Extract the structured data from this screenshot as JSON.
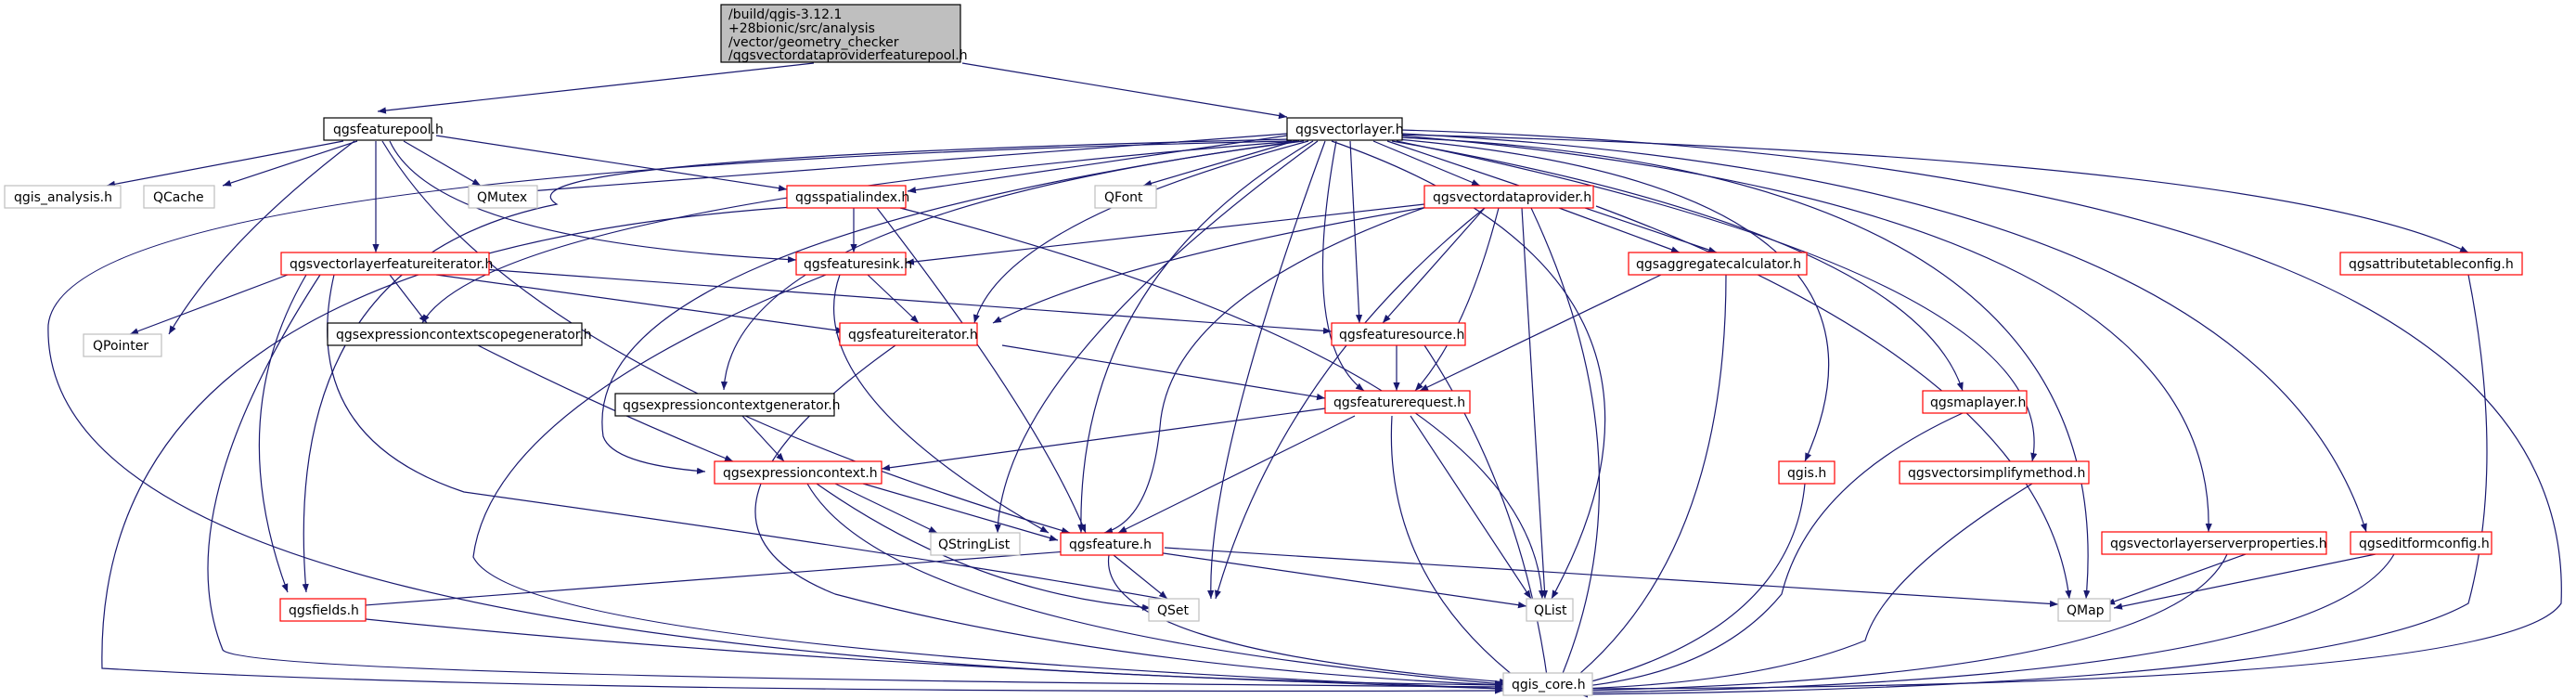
{
  "nodes": {
    "root": [
      "/build/qgis-3.12.1",
      "+28bionic/src/analysis",
      "/vector/geometry_checker",
      "/qgsvectordataproviderfeaturepool.h"
    ],
    "qgsfeaturepool": "qgsfeaturepool.h",
    "qgsvectorlayer": "qgsvectorlayer.h",
    "qgis_analysis": "qgis_analysis.h",
    "QCache": "QCache",
    "QMutex": "QMutex",
    "qgsspatialindex": "qgsspatialindex.h",
    "QFont": "QFont",
    "qgsvectordataprovider": "qgsvectordataprovider.h",
    "qgsattributetableconfig": "qgsattributetableconfig.h",
    "qgsvectorlayerfeatureiterator": "qgsvectorlayerfeatureiterator.h",
    "qgsfeaturesink": "qgsfeaturesink.h",
    "qgsaggregatecalculator": "qgsaggregatecalculator.h",
    "QPointer": "QPointer",
    "qgsexpressioncontextscopegenerator": "qgsexpressioncontextscopegenerator.h",
    "qgsfeatureiterator": "qgsfeatureiterator.h",
    "qgsfeaturesource": "qgsfeaturesource.h",
    "qgsexpressioncontextgenerator": "qgsexpressioncontextgenerator.h",
    "qgsfeaturerequest": "qgsfeaturerequest.h",
    "qgsmaplayer": "qgsmaplayer.h",
    "qgsexpressioncontext": "qgsexpressioncontext.h",
    "qgis": "qgis.h",
    "qgsvectorsimplifymethod": "qgsvectorsimplifymethod.h",
    "QStringList": "QStringList",
    "qgsfeature": "qgsfeature.h",
    "qgsvectorlayerserverproperties": "qgsvectorlayerserverproperties.h",
    "qgseditformconfig": "qgseditformconfig.h",
    "qgsfields": "qgsfields.h",
    "QSet": "QSet",
    "QList": "QList",
    "QMap": "QMap",
    "qgis_core": "qgis_core.h"
  },
  "colors": {
    "edge": "#191970",
    "documented_border": "#000000",
    "undocumented_border": "#ff0000",
    "external_border": "#bfbfbf",
    "root_fill": "#bfbfbf"
  }
}
